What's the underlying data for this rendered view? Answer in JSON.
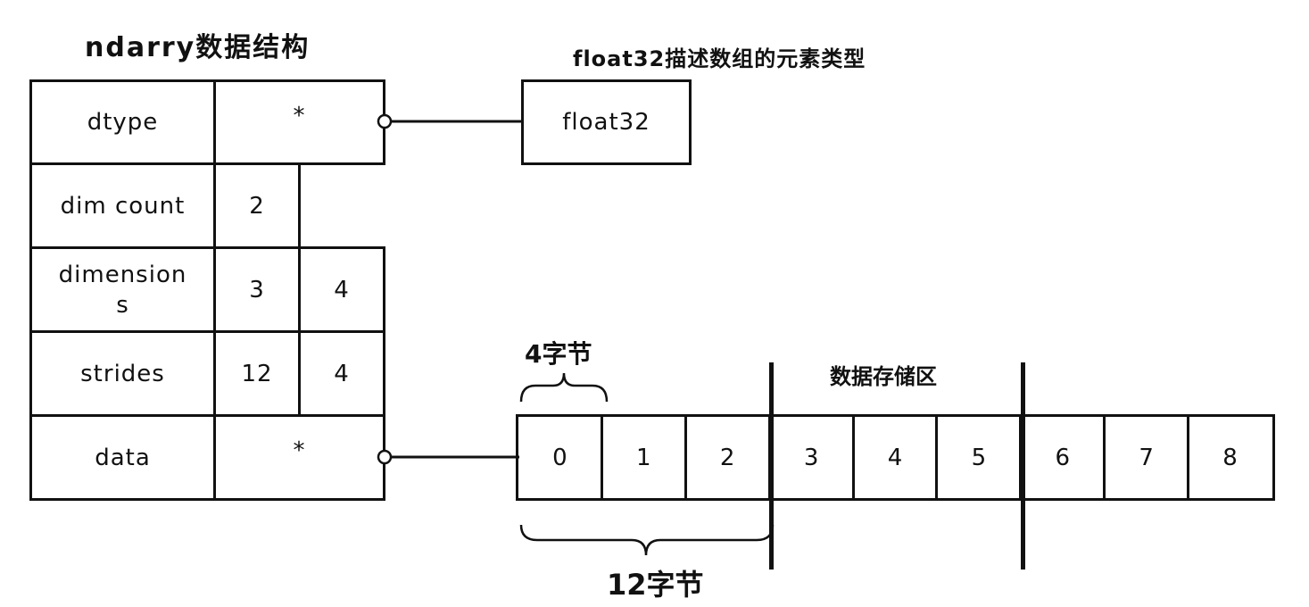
{
  "struct_title": "ndarry数据结构",
  "dtype_note": "float32描述数组的元素类型",
  "table": {
    "rows": [
      {
        "label": "dtype",
        "values": [
          "*"
        ]
      },
      {
        "label": "dim count",
        "values": [
          "2"
        ]
      },
      {
        "label": "dimension s",
        "label_lines": [
          "dimension",
          "s"
        ],
        "values": [
          "3",
          "4"
        ]
      },
      {
        "label": "strides",
        "values": [
          "12",
          "4"
        ]
      },
      {
        "label": "data",
        "values": [
          "*"
        ]
      }
    ]
  },
  "dtype_box": "float32",
  "storage": {
    "label": "数据存储区",
    "cells": [
      "0",
      "1",
      "2",
      "3",
      "4",
      "5",
      "6",
      "7",
      "8"
    ]
  },
  "bytes4_label": "4字节",
  "bytes12_label": "12字节"
}
